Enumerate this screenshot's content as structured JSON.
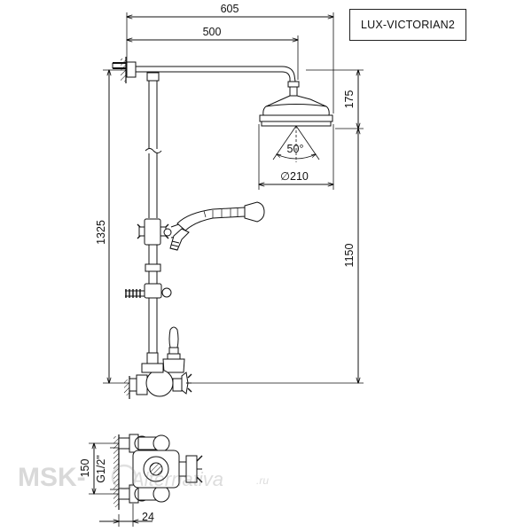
{
  "model": "LUX-VICTORIAN2",
  "dimensions": {
    "overall_width": "605",
    "arm_length": "500",
    "head_height": "175",
    "spray_angle": "50°",
    "head_diameter": "∅210",
    "total_height": "1325",
    "head_to_valve": "1150",
    "inlet_spacing": "150",
    "thread": "G1/2\"",
    "wall_offset": "24"
  },
  "watermark": {
    "part1": "MSK-",
    "part2": "Alternativa",
    "part3": ".ru"
  }
}
